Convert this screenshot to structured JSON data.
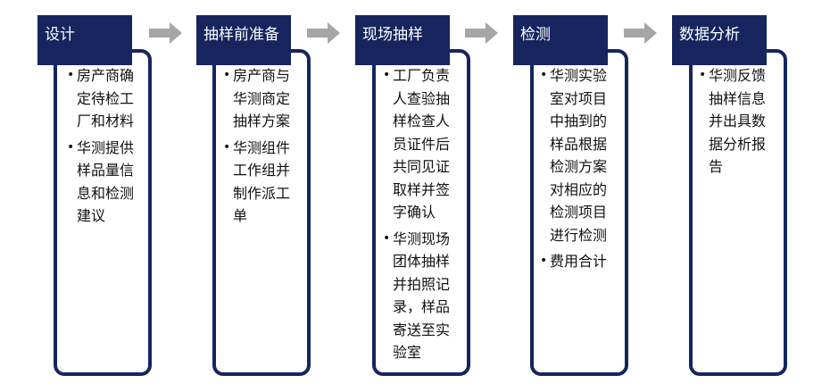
{
  "stages": [
    {
      "title": "设计",
      "bullets": [
        "房产商确定待检工厂和材料",
        "华测提供样品量信息和检测建议"
      ]
    },
    {
      "title": "抽样前准备",
      "bullets": [
        "房产商与华测商定抽样方案",
        "华测组件工作组并制作派工单"
      ]
    },
    {
      "title": "现场抽样",
      "bullets": [
        "工厂负责人查验抽样检查人员证件后共同见证取样并签字确认",
        "华测现场团体抽样并拍照记录，样品寄送至实验室"
      ]
    },
    {
      "title": "检测",
      "bullets": [
        "华测实验室对项目中抽到的样品根据检测方案对相应的检测项目进行检测",
        "费用合计"
      ]
    },
    {
      "title": "数据分析",
      "bullets": [
        "华测反馈抽样信息并出具数据分析报告"
      ]
    }
  ],
  "colors": {
    "navy": "#16255e",
    "arrow": "#a6a6a6"
  }
}
